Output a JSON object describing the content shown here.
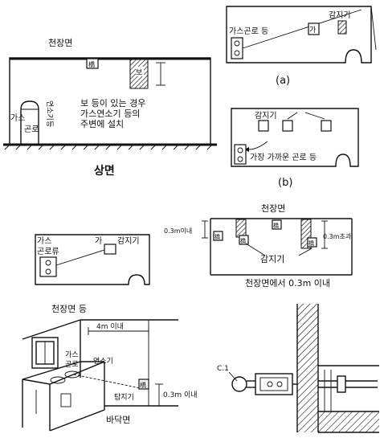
{
  "top_left": {
    "ceiling_label": "천장면",
    "beam_label": "보",
    "detector_mark": "橋",
    "appliance_label_1": "가스",
    "appliance_label_2": "곤로",
    "device_label_1": "연소기",
    "device_label_2": "등",
    "note_line_1": "보 등이 있는 경우",
    "note_line_2": "가스연소기 등의",
    "note_line_3": "주변에 설치",
    "caption": "상면"
  },
  "panel_a": {
    "appliance_label": "가스곤로 등",
    "detector_label": "감지기",
    "detector_mark": "가",
    "caption": "(a)"
  },
  "panel_b": {
    "detector_label": "감지기",
    "appliance_label": "가장 가까운 곤로 등",
    "caption": "(b)"
  },
  "mid_left": {
    "appliance_label_1": "가스",
    "appliance_label_2": "곤로류",
    "detector_mark": "가",
    "detector_label": "감지기"
  },
  "mid_right": {
    "ceiling_label": "천장면",
    "dim_within": "0.3m이내",
    "dim_over": "0.3m초과",
    "detector_mark": "橋",
    "detector_label": "감지기",
    "caption": "천장면에서 0.3m 이내"
  },
  "bottom_left": {
    "ceiling_label": "천장면 등",
    "dim_horizontal": "4m 이내",
    "appliance_label_1": "가스",
    "appliance_label_2": "곤로",
    "burner_label": "연소기",
    "detector_mark": "橋",
    "detector_label": "탐지기",
    "dim_vertical": "0.3m 이내",
    "floor_label": "바닥면"
  },
  "bottom_right": {
    "label": "C.1"
  }
}
